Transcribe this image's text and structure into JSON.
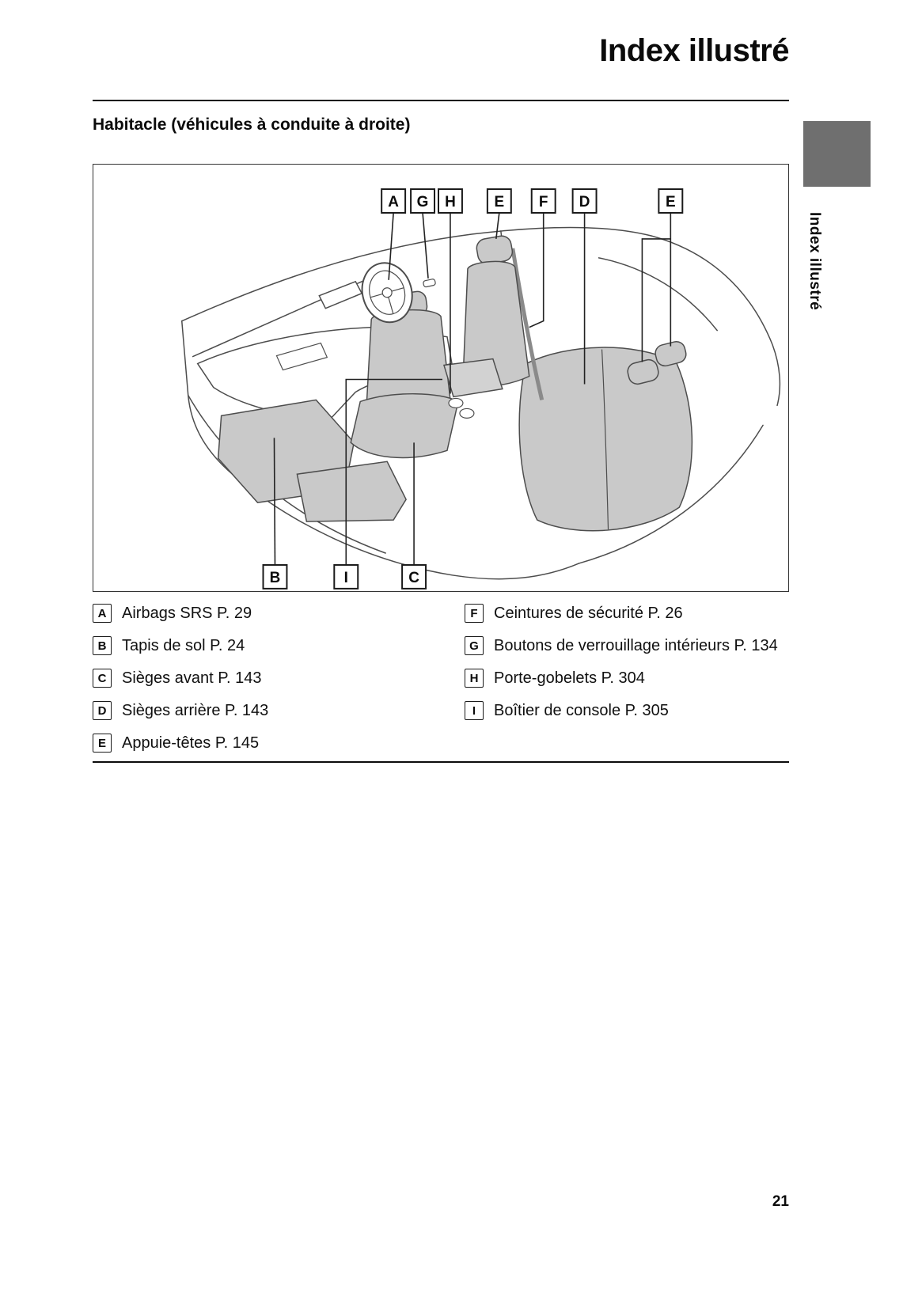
{
  "header": {
    "title": "Index illustré"
  },
  "sidebar": {
    "label": "Index illustré"
  },
  "section": {
    "heading": "Habitacle (véhicules à conduite à droite)"
  },
  "diagram": {
    "callouts_top": [
      {
        "label": "A"
      },
      {
        "label": "G"
      },
      {
        "label": "H"
      },
      {
        "label": "E"
      },
      {
        "label": "F"
      },
      {
        "label": "D"
      },
      {
        "label": "E"
      }
    ],
    "callouts_bottom": [
      {
        "label": "B"
      },
      {
        "label": "I"
      },
      {
        "label": "C"
      }
    ],
    "colors": {
      "seat_fill": "#c9c9c9",
      "line": "#4d4d4d"
    }
  },
  "legend": {
    "left": [
      {
        "key": "A",
        "text": "Airbags SRS P. 29"
      },
      {
        "key": "B",
        "text": "Tapis de sol P. 24"
      },
      {
        "key": "C",
        "text": "Sièges avant P. 143"
      },
      {
        "key": "D",
        "text": "Sièges arrière P. 143"
      },
      {
        "key": "E",
        "text": "Appuie-têtes P. 145"
      }
    ],
    "right": [
      {
        "key": "F",
        "text": "Ceintures de sécurité P. 26"
      },
      {
        "key": "G",
        "text": "Boutons de verrouillage intérieurs P. 134"
      },
      {
        "key": "H",
        "text": "Porte-gobelets P. 304"
      },
      {
        "key": "I",
        "text": "Boîtier de console P. 305"
      }
    ]
  },
  "footer": {
    "page_number": "21"
  }
}
